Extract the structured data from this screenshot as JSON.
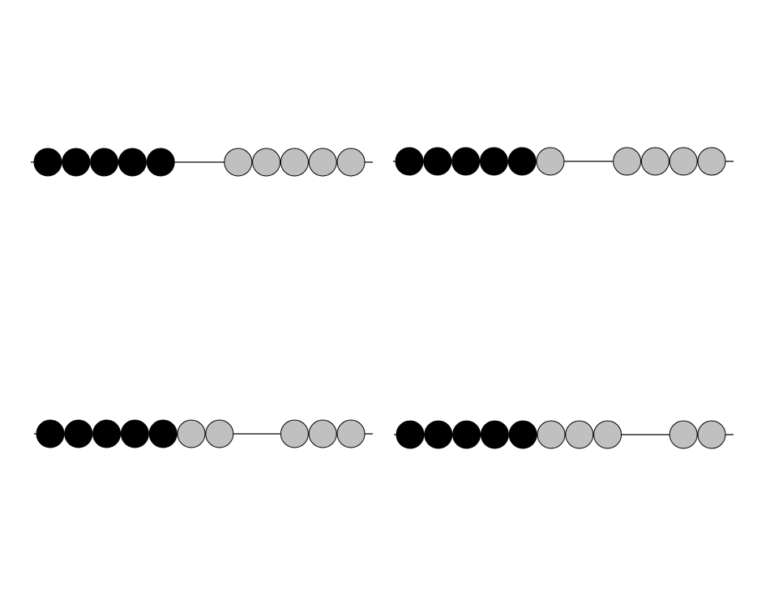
{
  "colors": {
    "dark_bead": "#000000",
    "light_bead": "#c0c0c0",
    "wire": "#000000"
  },
  "strings": [
    {
      "left_dark": 5,
      "left_light": 0,
      "right_light": 5
    },
    {
      "left_dark": 5,
      "left_light": 1,
      "right_light": 4
    },
    {
      "left_dark": 5,
      "left_light": 2,
      "right_light": 3
    },
    {
      "left_dark": 5,
      "left_light": 3,
      "right_light": 2
    }
  ]
}
